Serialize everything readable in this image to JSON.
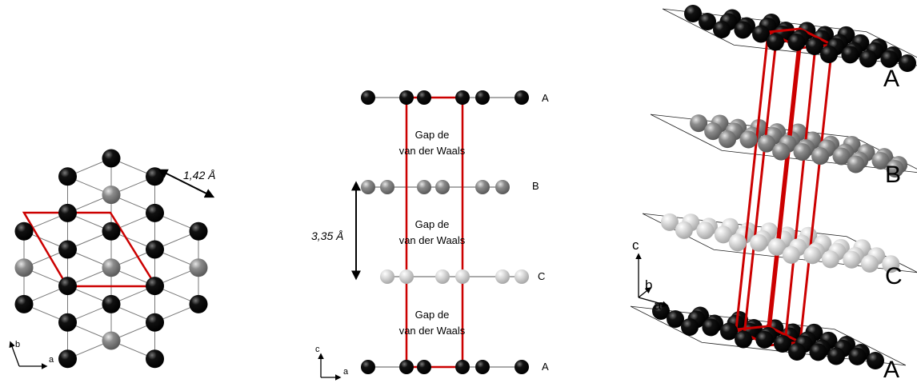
{
  "colors": {
    "atom_A": "#000000",
    "atom_B": "#808080",
    "atom_C": "#d0d0d0",
    "unit_cell": "#cc0000",
    "bond": "#666666"
  },
  "left_panel": {
    "bond_length": "1,42 Å",
    "axis_a": "a",
    "axis_b": "b"
  },
  "middle_panel": {
    "layer_top": "A",
    "layer_b": "B",
    "layer_c": "C",
    "layer_bottom": "A",
    "gap_1_line1": "Gap de",
    "gap_1_line2": "van der Waals",
    "gap_2_line1": "Gap de",
    "gap_2_line2": "van der Waals",
    "gap_3_line1": "Gap de",
    "gap_3_line2": "van der Waals",
    "interlayer_distance": "3,35 Å",
    "axis_c": "c",
    "axis_a": "a"
  },
  "right_panel": {
    "layer_top": "A",
    "layer_b": "B",
    "layer_c": "C",
    "layer_bottom": "A",
    "axis_c": "c",
    "axis_b": "b",
    "axis_a": "a"
  }
}
